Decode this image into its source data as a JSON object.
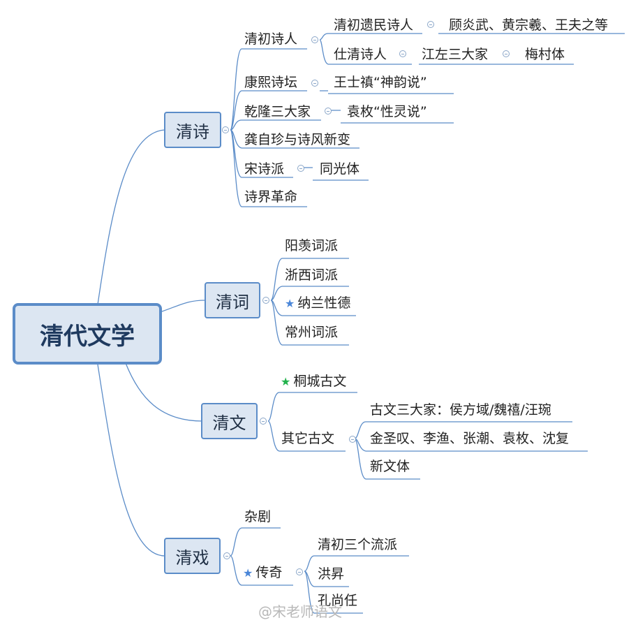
{
  "root": "清代文学",
  "categories": {
    "poetry": "清诗",
    "ci": "清词",
    "prose": "清文",
    "drama": "清戏"
  },
  "poetry": {
    "early": "清初诗人",
    "loyalist": "清初遗民诗人",
    "loyalist_names": "顾炎武、黄宗羲、王夫之等",
    "official": "仕清诗人",
    "jiangzuo": "江左三大家",
    "meicun": "梅村体",
    "kangxi": "康熙诗坛",
    "wang": "王士禛“神韵说”",
    "qianlong": "乾隆三大家",
    "yuan": "袁枚“性灵说”",
    "gong": "龚自珍与诗风新变",
    "song": "宋诗派",
    "tongguang": "同光体",
    "revolution": "诗界革命"
  },
  "ci": {
    "yangxian": "阳羡词派",
    "zhexi": "浙西词派",
    "nalan": "纳兰性德",
    "changzhou": "常州词派"
  },
  "prose": {
    "tongcheng": "桐城古文",
    "other": "其它古文",
    "three": "古文三大家：侯方域/魏禧/汪琬",
    "jin": "金圣叹、李渔、张潮、袁枚、沈复",
    "new": "新文体"
  },
  "drama": {
    "zaju": "杂剧",
    "chuanqi": "传奇",
    "three_schools": "清初三个流派",
    "hong": "洪昇",
    "kong": "孔尚任"
  },
  "watermark": "@宋老师语文",
  "colors": {
    "line": "#5b8cc8",
    "box_fill": "#dce6f2",
    "star_blue": "#4a86d8",
    "star_green": "#22b24c"
  }
}
